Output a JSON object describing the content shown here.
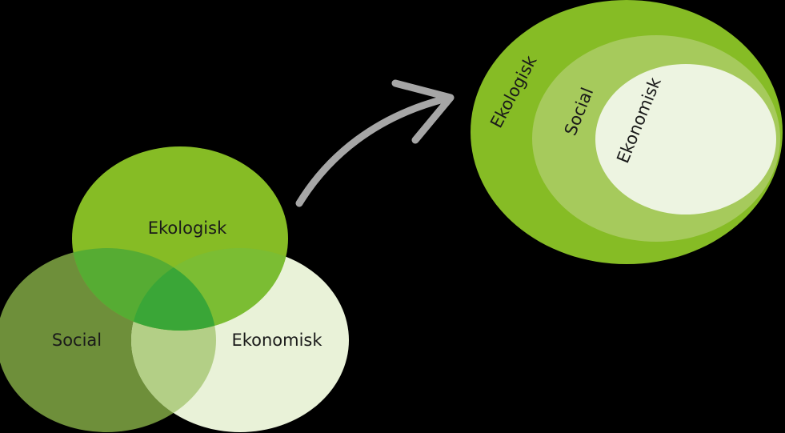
{
  "venn": {
    "circles": [
      {
        "id": "ekologisk",
        "label": "Ekologisk",
        "color": "#86bc25"
      },
      {
        "id": "social",
        "label": "Social",
        "color": "#6e8f3a"
      },
      {
        "id": "ekonomisk",
        "label": "Ekonomisk",
        "color": "#e9f2d8"
      }
    ],
    "overlap_colors": {
      "ekologisk_social": "#56ac33",
      "ekologisk_ekonomisk": "#7bbd33",
      "social_ekonomisk": "#b3cf86",
      "center": "#3aa637"
    }
  },
  "arrow": {
    "color": "#a6a6a6"
  },
  "nested": {
    "outer": {
      "label": "Ekologisk",
      "color": "#86bc25"
    },
    "middle": {
      "label": "Social",
      "color": "#a6ca5c"
    },
    "inner": {
      "label": "Ekonomisk",
      "color": "#edf4e1"
    }
  }
}
